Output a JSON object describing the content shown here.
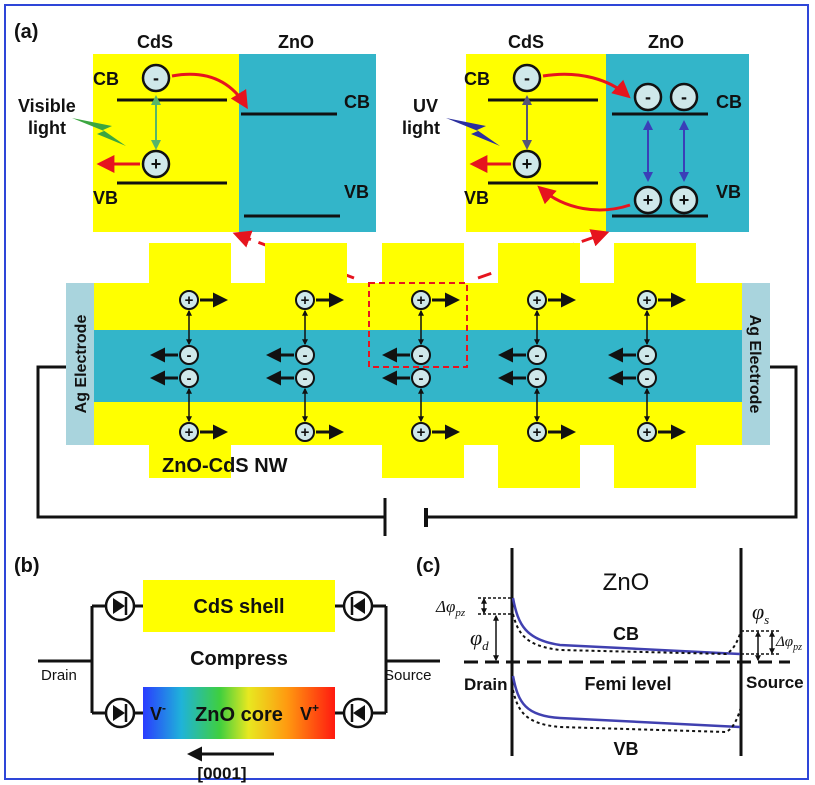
{
  "panel_labels": {
    "a": "(a)",
    "b": "(b)",
    "c": "(c)"
  },
  "band_left": {
    "cds": "CdS",
    "zno": "ZnO",
    "cb_left": "CB",
    "vb_left": "VB",
    "cb_right": "CB",
    "vb_right": "VB",
    "light_line1": "Visible",
    "light_line2": "light"
  },
  "band_right": {
    "cds": "CdS",
    "zno": "ZnO",
    "cb_left": "CB",
    "vb_left": "VB",
    "cb_right": "CB",
    "vb_right": "VB",
    "light_line1": "UV",
    "light_line2": "light"
  },
  "carriers": {
    "electron": "-",
    "hole": "+"
  },
  "device": {
    "electrode_left": "Ag Electrode",
    "electrode_right": "Ag Electrode",
    "nw_label": "ZnO-CdS NW"
  },
  "panel_b": {
    "shell": "CdS shell",
    "compress": "Compress",
    "drain": "Drain",
    "source": "Source",
    "v_minus": "V",
    "v_minus_sup": "-",
    "core": "ZnO core",
    "v_plus": "V",
    "v_plus_sup": "+",
    "direction": "[0001]"
  },
  "panel_c": {
    "title": "ZnO",
    "cb": "CB",
    "vb": "VB",
    "fermi": "Femi level",
    "drain": "Drain",
    "source": "Source",
    "delta_phi_pz": "Δφ",
    "pz_sub": "pz",
    "phi_d": "φ",
    "d_sub": "d",
    "phi_s": "φ",
    "s_sub": "s"
  },
  "colors": {
    "yellow": "#ffff00",
    "cyan": "#33b5c9",
    "electrode": "#a9d4dd",
    "red": "#e6141e",
    "blue_arrow": "#2b2f9e",
    "green_arrow": "#3ba640",
    "band_line": "#4040b0"
  }
}
